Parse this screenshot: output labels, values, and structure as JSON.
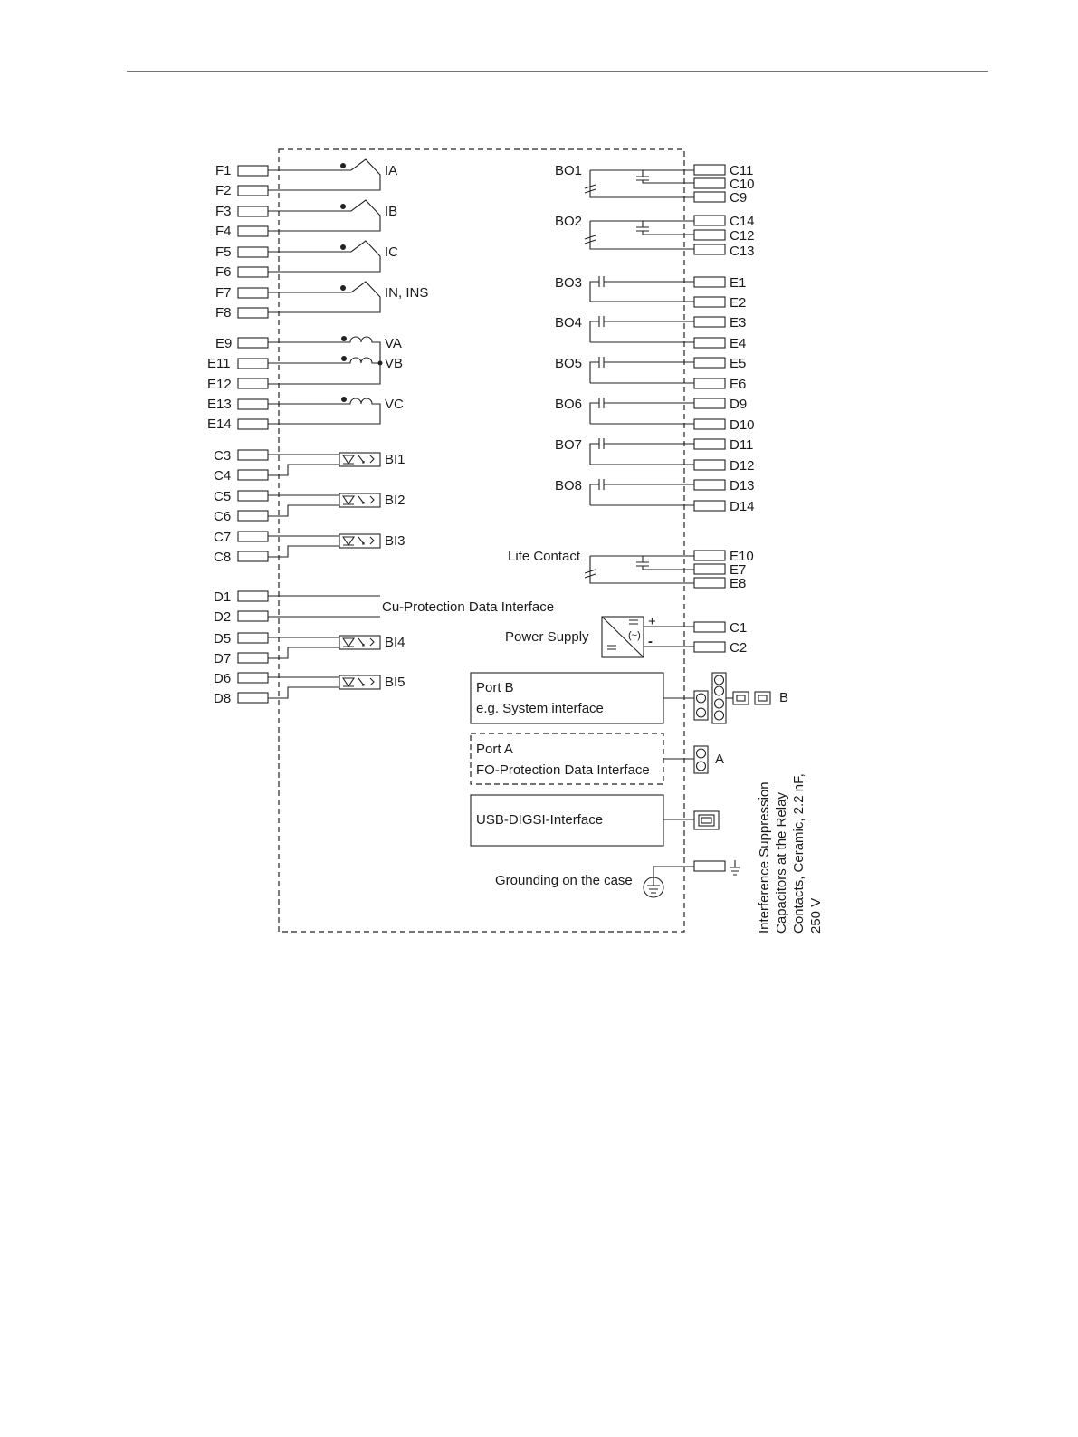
{
  "current_inputs": [
    {
      "term_a": "F1",
      "term_b": "F2",
      "label": "IA"
    },
    {
      "term_a": "F3",
      "term_b": "F4",
      "label": "IB"
    },
    {
      "term_a": "F5",
      "term_b": "F6",
      "label": "IC"
    },
    {
      "term_a": "F7",
      "term_b": "F8",
      "label": "IN, INS"
    }
  ],
  "voltage_inputs": {
    "terms": [
      "E9",
      "E11",
      "E12",
      "E13",
      "E14"
    ],
    "labels": [
      "VA",
      "VB",
      "VC"
    ]
  },
  "binary_inputs": [
    {
      "term_a": "C3",
      "term_b": "C4",
      "label": "BI1"
    },
    {
      "term_a": "C5",
      "term_b": "C6",
      "label": "BI2"
    },
    {
      "term_a": "C7",
      "term_b": "C8",
      "label": "BI3"
    },
    {
      "term_a": "D5",
      "term_b": "D7",
      "label": "BI4"
    },
    {
      "term_a": "D6",
      "term_b": "D8",
      "label": "BI5"
    }
  ],
  "cu_interface": {
    "term_a": "D1",
    "term_b": "D2",
    "label": "Cu-Protection Data Interface"
  },
  "changeover_outputs": [
    {
      "label": "BO1",
      "terms": [
        "C11",
        "C10",
        "C9"
      ]
    },
    {
      "label": "BO2",
      "terms": [
        "C14",
        "C12",
        "C13"
      ]
    }
  ],
  "no_outputs": [
    {
      "label": "BO3",
      "terms": [
        "E1",
        "E2"
      ]
    },
    {
      "label": "BO4",
      "terms": [
        "E3",
        "E4"
      ]
    },
    {
      "label": "BO5",
      "terms": [
        "E5",
        "E6"
      ]
    },
    {
      "label": "BO6",
      "terms": [
        "D9",
        "D10"
      ]
    },
    {
      "label": "BO7",
      "terms": [
        "D11",
        "D12"
      ]
    },
    {
      "label": "BO8",
      "terms": [
        "D13",
        "D14"
      ]
    }
  ],
  "life_contact": {
    "label": "Life Contact",
    "terms": [
      "E10",
      "E7",
      "E8"
    ]
  },
  "power_supply": {
    "label": "Power Supply",
    "plus": "+",
    "minus": "-",
    "terms": [
      "C1",
      "C2"
    ],
    "symbol_ac": "(~)"
  },
  "port_b": {
    "title": "Port B",
    "subtitle": "e.g. System interface",
    "tag": "B"
  },
  "port_a": {
    "title": "Port A",
    "subtitle": "FO-Protection Data Interface",
    "tag": "A"
  },
  "usb": {
    "label": "USB-DIGSI-Interface"
  },
  "grounding": {
    "label": "Grounding on the case"
  },
  "note": {
    "lines": [
      "Interference Suppression",
      "Capacitors at the Relay",
      "Contacts, Ceramic, 2.2 nF,",
      "250 V"
    ]
  }
}
